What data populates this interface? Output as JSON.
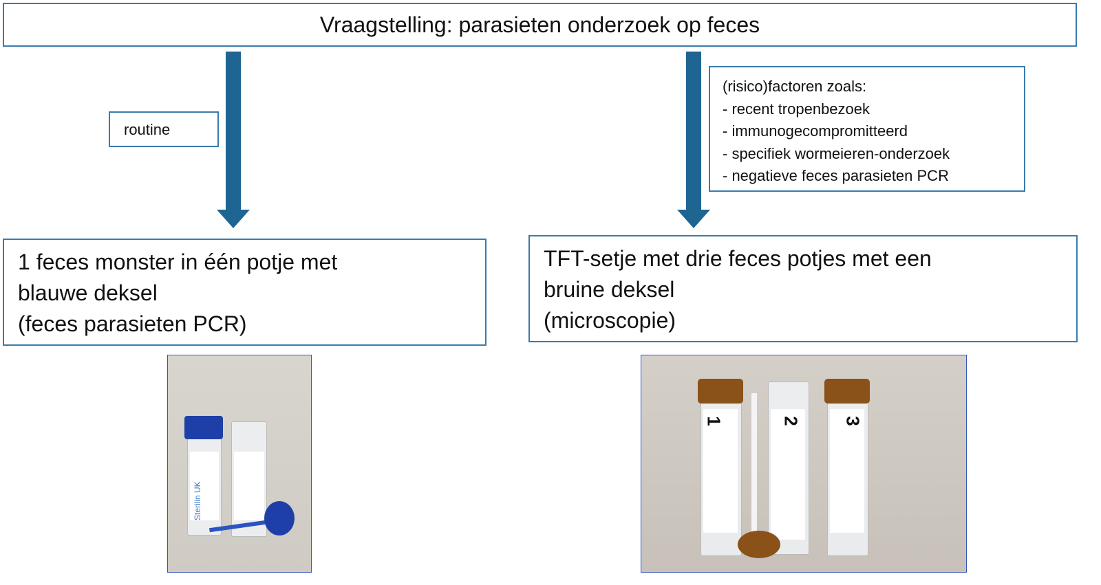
{
  "title": "Vraagstelling: parasieten onderzoek op feces",
  "left_branch": {
    "label": "routine",
    "result_lines": [
      "1 feces monster in één potje met",
      "blauwe deksel",
      "(feces parasieten PCR)"
    ],
    "photo_brand": "Sterilin UK"
  },
  "right_branch": {
    "criteria_heading": "(risico)factoren zoals:",
    "criteria": [
      "- recent tropenbezoek",
      "- immunogecompromitteerd",
      "- specifiek wormeieren-onderzoek",
      "- negatieve feces parasieten PCR"
    ],
    "result_lines": [
      "TFT-setje met drie feces potjes met een",
      "bruine deksel",
      "(microscopie)"
    ],
    "tube_numbers": [
      "1",
      "2",
      "3"
    ]
  },
  "colors": {
    "border": "#3a7bab",
    "arrow": "#1e6591",
    "blue_cap": "#1f3fa8",
    "brown_cap": "#8a5218"
  }
}
